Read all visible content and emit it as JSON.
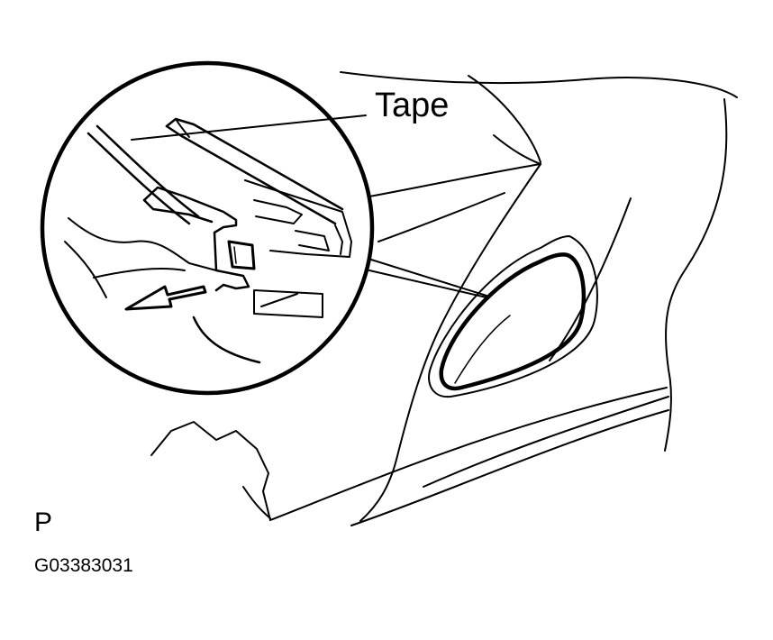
{
  "diagram": {
    "callout_label": "Tape",
    "view_code": "P",
    "figure_id": "G03383031",
    "ink_color": "#000000",
    "background_color": "#ffffff"
  }
}
